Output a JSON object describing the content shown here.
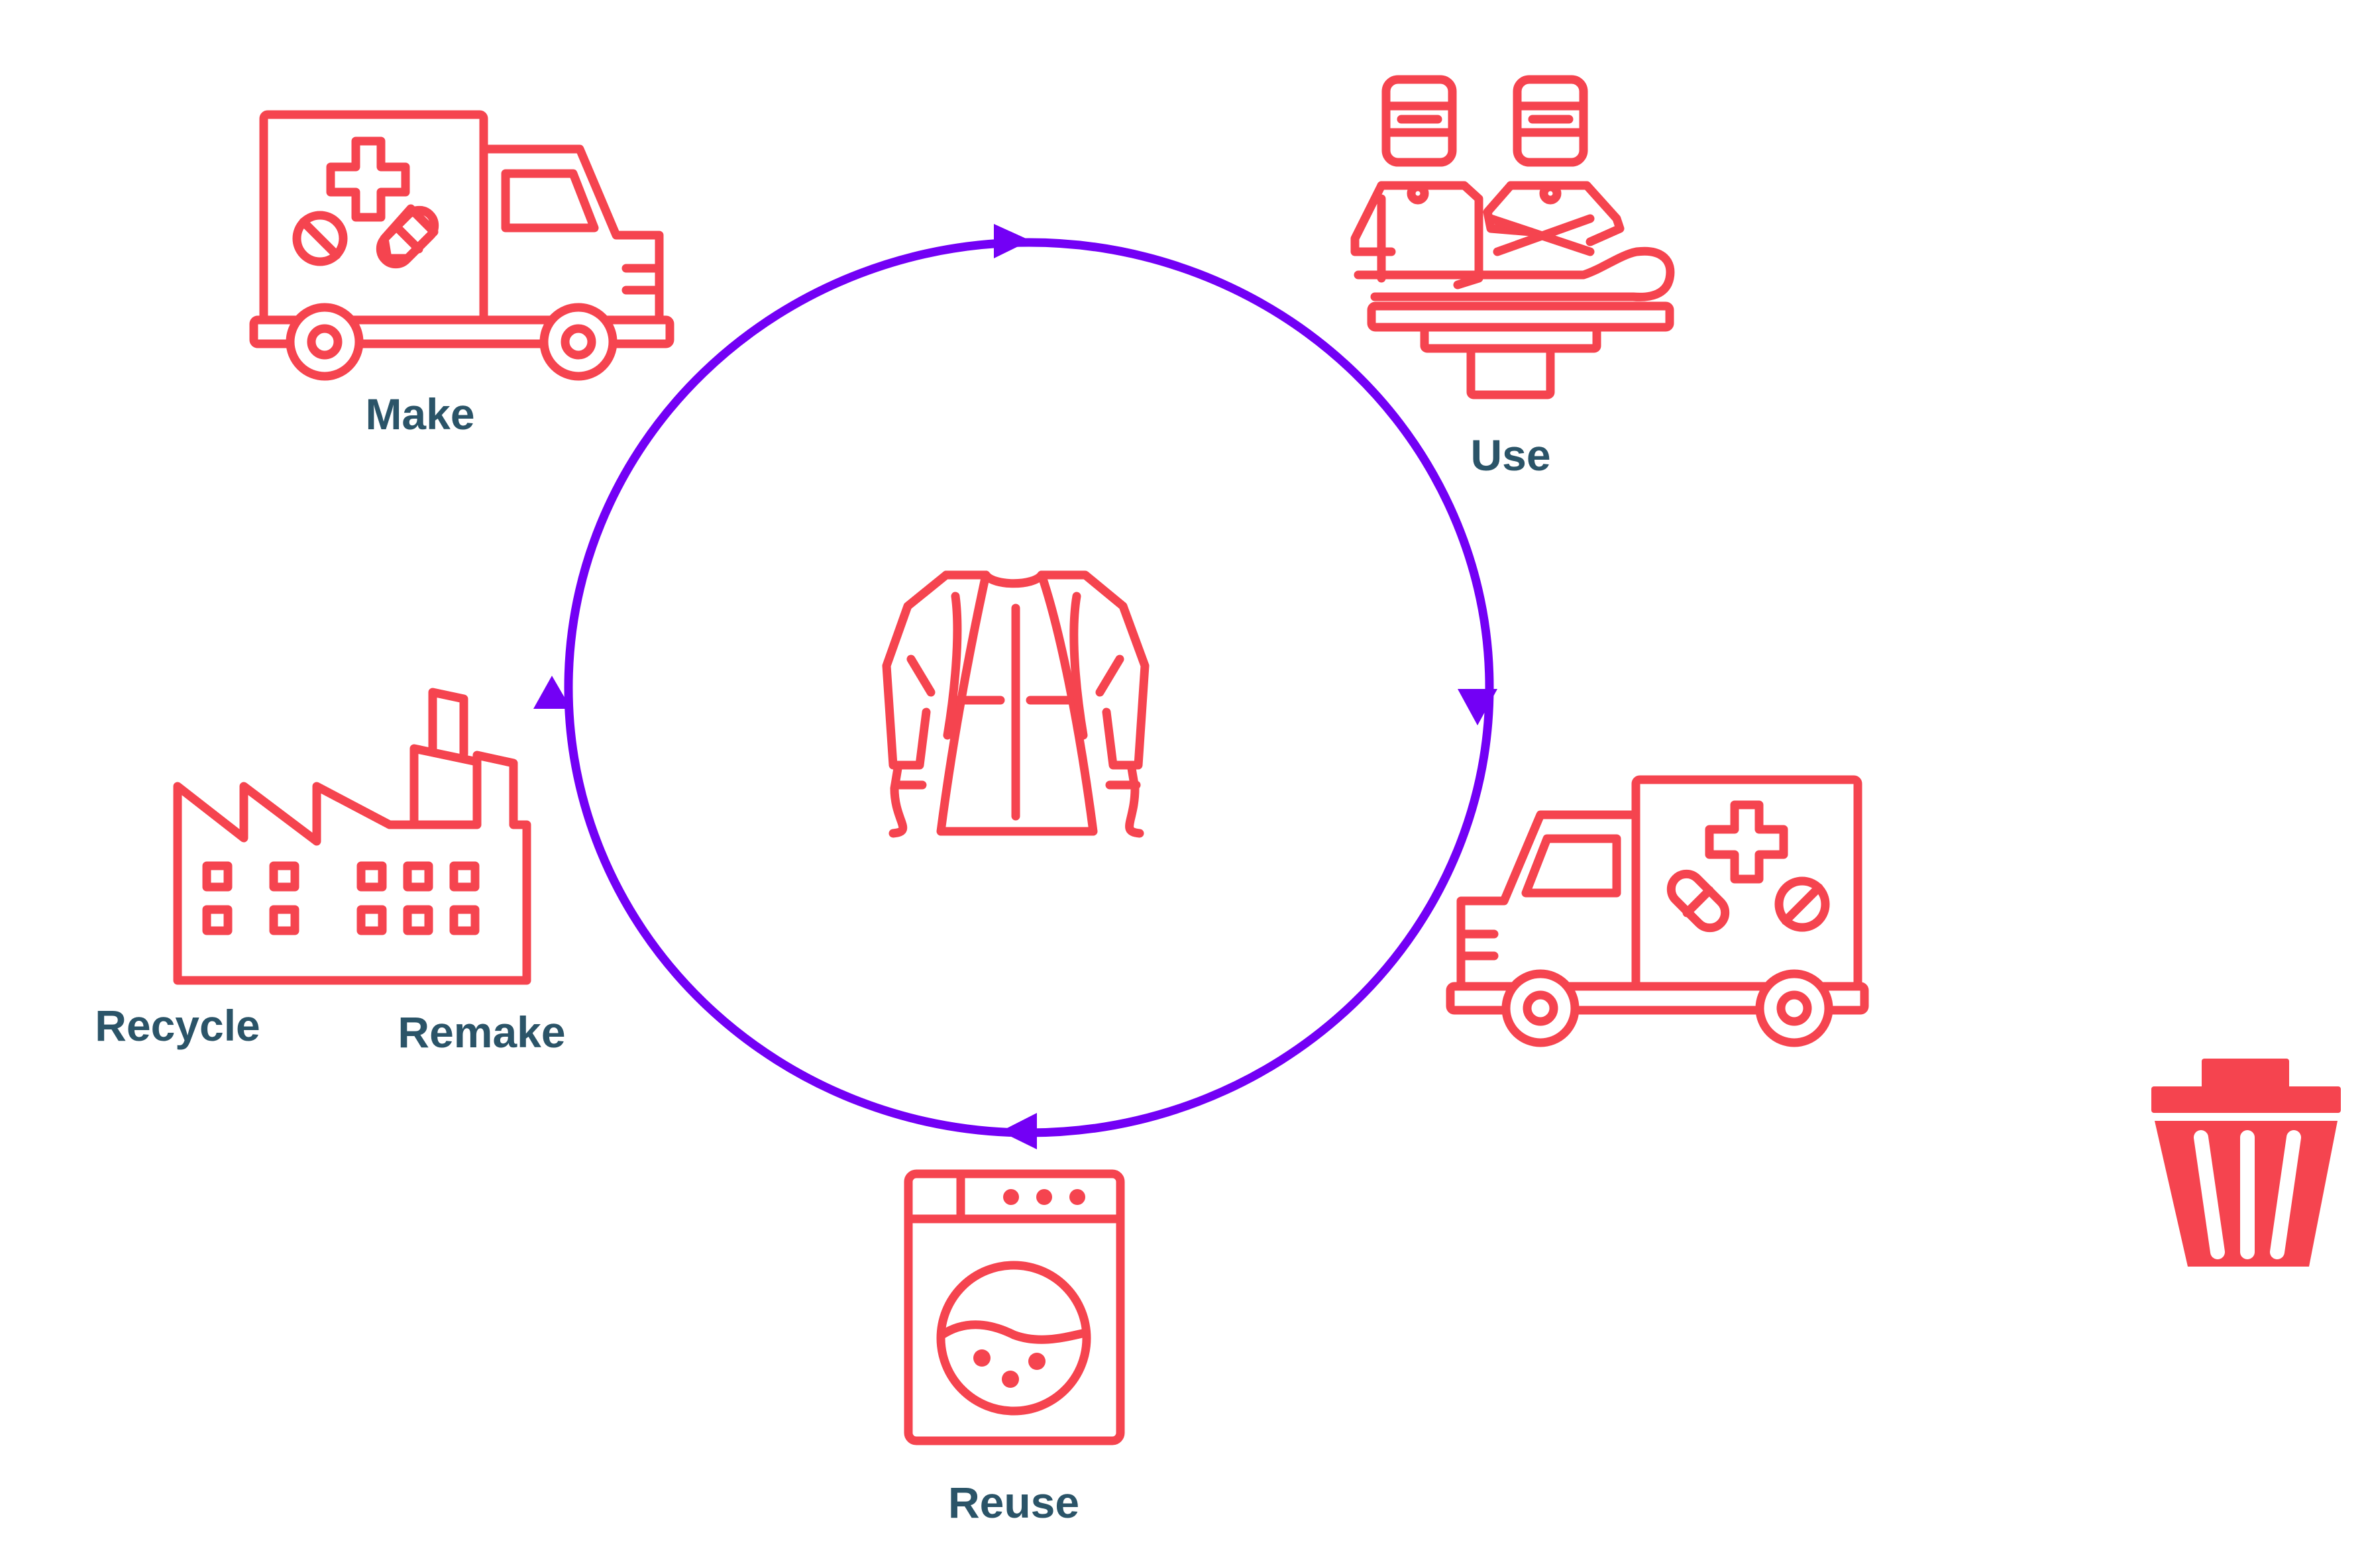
{
  "colors": {
    "icon": "#f5444f",
    "cycle": "#7300f5",
    "label": "#2b5468",
    "background": "#ffffff"
  },
  "center": {
    "icon": "surgical-gown-icon"
  },
  "stages": [
    {
      "id": "make",
      "label": "Make",
      "icon": "ambulance-truck-icon"
    },
    {
      "id": "use",
      "label": "Use",
      "icon": "surgeons-operating-icon"
    },
    {
      "id": "transport",
      "label": "",
      "icon": "ambulance-truck-icon"
    },
    {
      "id": "reuse",
      "label": "Reuse",
      "icon": "washing-machine-icon"
    },
    {
      "id": "recycle",
      "label": "Recycle",
      "icon": "factory-icon"
    },
    {
      "id": "remake",
      "label": "Remake",
      "icon": "factory-icon"
    }
  ],
  "disposal": {
    "icon": "trash-bin-icon"
  }
}
